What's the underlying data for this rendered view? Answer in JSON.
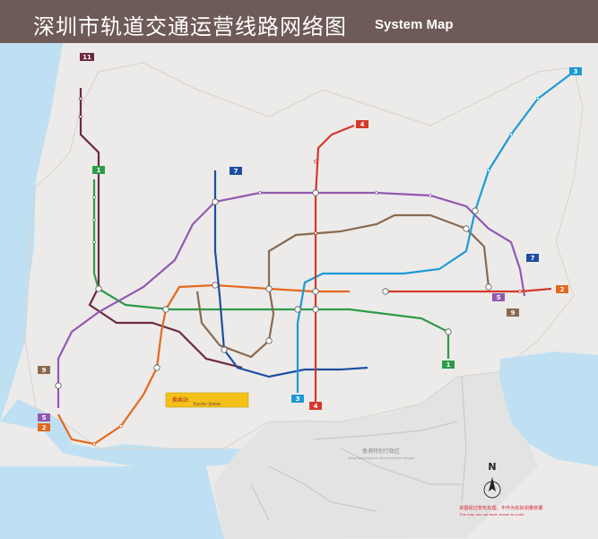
{
  "header": {
    "title_cn": "深圳市轨道交通运营线路网络图",
    "title_en": "System Map"
  },
  "map": {
    "hk_region_label": "香港特别行政区",
    "hk_region_label_en": "Hong Kong Special Administrative Region",
    "compass_letter": "N",
    "notice_cn": "本图经过变形处理，不作为实际测量依据",
    "notice_en": "This map has not been drawn to scale",
    "transfer_note": "换乘站",
    "transfer_note_en": "Transfer Station"
  },
  "colors": {
    "header_bg": "#6e5a57",
    "water": "#bfe0f2",
    "land": "#ecebea",
    "line1": "#2e9b48",
    "line2": "#e4691e",
    "line3": "#1d9ad6",
    "line4": "#d33a2a",
    "line5": "#9359b1",
    "line7": "#1d4fa0",
    "line9": "#8a6a4e",
    "line11": "#6d2a44",
    "notice": "#d6262d",
    "note_box": "#f2c219"
  },
  "lines": [
    {
      "id": "1",
      "label": "1",
      "color": "#2e9b48"
    },
    {
      "id": "2",
      "label": "2",
      "color": "#e4691e"
    },
    {
      "id": "3",
      "label": "3",
      "color": "#1d9ad6"
    },
    {
      "id": "4",
      "label": "4",
      "color": "#d33a2a"
    },
    {
      "id": "5",
      "label": "5",
      "color": "#9359b1"
    },
    {
      "id": "7",
      "label": "7",
      "color": "#1d4fa0"
    },
    {
      "id": "9",
      "label": "9",
      "color": "#8a6a4e"
    },
    {
      "id": "11",
      "label": "11",
      "color": "#6d2a44"
    }
  ]
}
